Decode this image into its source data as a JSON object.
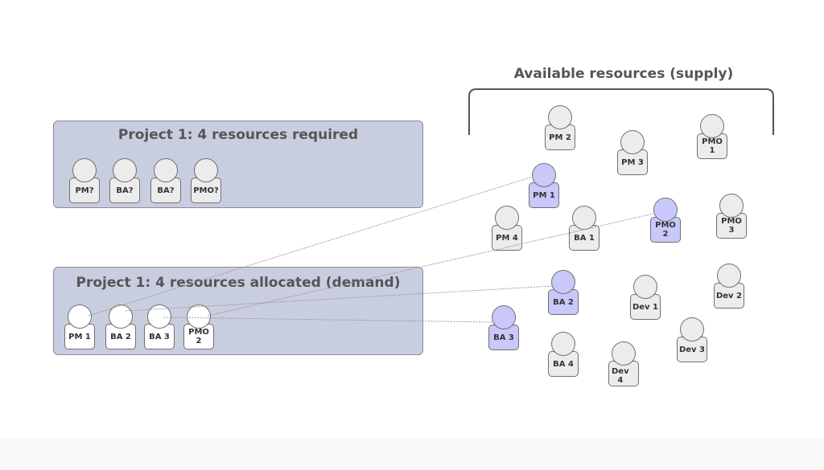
{
  "diagram": {
    "required_panel": {
      "title": "Project 1: 4 resources required",
      "slots": [
        "PM?",
        "BA?",
        "BA?",
        "PMO?"
      ]
    },
    "allocated_panel": {
      "title": "Project 1: 4 resources allocated (demand)",
      "slots": [
        "PM 1",
        "BA 2",
        "BA 3",
        "PMO 2"
      ]
    },
    "supply": {
      "title": "Available resources (supply)",
      "resources": [
        {
          "label": "PM 2",
          "allocated": false
        },
        {
          "label": "PM 3",
          "allocated": false
        },
        {
          "label": "PMO 1",
          "allocated": false
        },
        {
          "label": "PM 1",
          "allocated": true
        },
        {
          "label": "PM 4",
          "allocated": false
        },
        {
          "label": "BA 1",
          "allocated": false
        },
        {
          "label": "PMO 2",
          "allocated": true
        },
        {
          "label": "PMO 3",
          "allocated": false
        },
        {
          "label": "BA 2",
          "allocated": true
        },
        {
          "label": "Dev 1",
          "allocated": false
        },
        {
          "label": "Dev 2",
          "allocated": false
        },
        {
          "label": "BA 3",
          "allocated": true
        },
        {
          "label": "Dev 3",
          "allocated": false
        },
        {
          "label": "BA 4",
          "allocated": false
        },
        {
          "label": "Dev 4",
          "allocated": false
        }
      ]
    },
    "links": [
      {
        "from": "PM 1",
        "to": "PM 1"
      },
      {
        "from": "BA 2",
        "to": "BA 2"
      },
      {
        "from": "BA 3",
        "to": "BA 3"
      },
      {
        "from": "PMO 2",
        "to": "PMO 2"
      }
    ],
    "colors": {
      "panel_fill": "#c9cde0",
      "allocated_fill": "#c8c8fa",
      "available_fill": "#ececec",
      "demand_fill": "#ffffff"
    }
  }
}
